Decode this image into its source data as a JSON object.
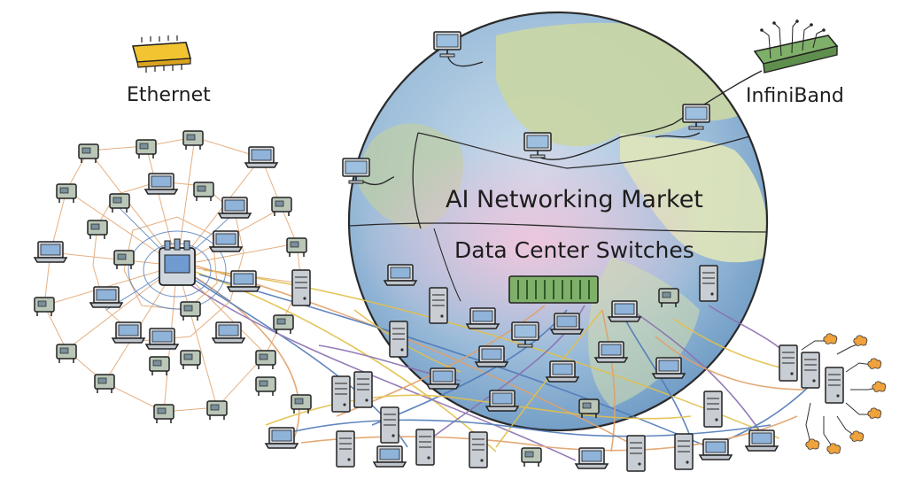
{
  "labels": {
    "ethernet": "Ethernet",
    "infiniband": "InfiniBand",
    "market": "AI Networking Market",
    "switches": "Data Center Switches"
  },
  "colors": {
    "ocean": "#8fb4d6",
    "land": "#c8d6a6",
    "pink": "#e7b8d6",
    "outline": "#2a2a2a",
    "wire_orange": "#e0a16a",
    "wire_blue": "#4f79b8",
    "wire_yellow": "#e2c04b",
    "wire_purple": "#8b6fb0",
    "ethernet_chip": "#f2c431",
    "infiniband_switch": "#7fb069",
    "cloud_orange": "#f0a23c"
  },
  "icons": {
    "globe": "globe-icon",
    "ethernet": "ethernet-chip-icon",
    "infiniband": "infiniband-switch-icon",
    "switch_board": "switch-board-icon",
    "laptop": "laptop-icon",
    "server": "server-tower-icon",
    "desktop": "desktop-computer-icon",
    "router": "router-icon",
    "hub": "network-hub-icon",
    "cluster": "server-cluster-icon"
  }
}
